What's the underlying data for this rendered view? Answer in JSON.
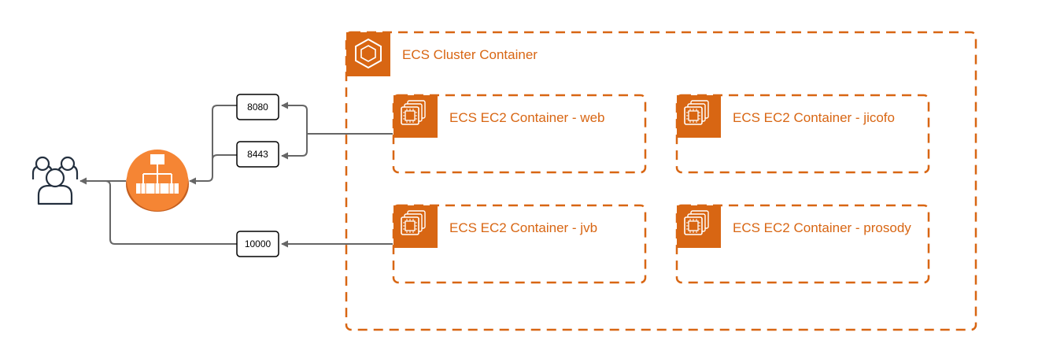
{
  "colors": {
    "accent": "#d86613",
    "load_balancer": "#f58534",
    "connector": "#666666",
    "users_icon": "#232f3e"
  },
  "cluster": {
    "label": "ECS Cluster Container",
    "icon": "ecs-cluster-icon"
  },
  "containers": {
    "web": {
      "label": "ECS EC2 Container - web",
      "icon": "ec2-instances-icon"
    },
    "jicofo": {
      "label": "ECS EC2 Container - jicofo",
      "icon": "ec2-instances-icon"
    },
    "jvb": {
      "label": "ECS EC2 Container - jvb",
      "icon": "ec2-instances-icon"
    },
    "prosody": {
      "label": "ECS EC2 Container - prosody",
      "icon": "ec2-instances-icon"
    }
  },
  "ports": {
    "p8080": "8080",
    "p8443": "8443",
    "p10000": "10000"
  },
  "icons": {
    "users": "users-icon",
    "load_balancer": "application-load-balancer-icon"
  }
}
